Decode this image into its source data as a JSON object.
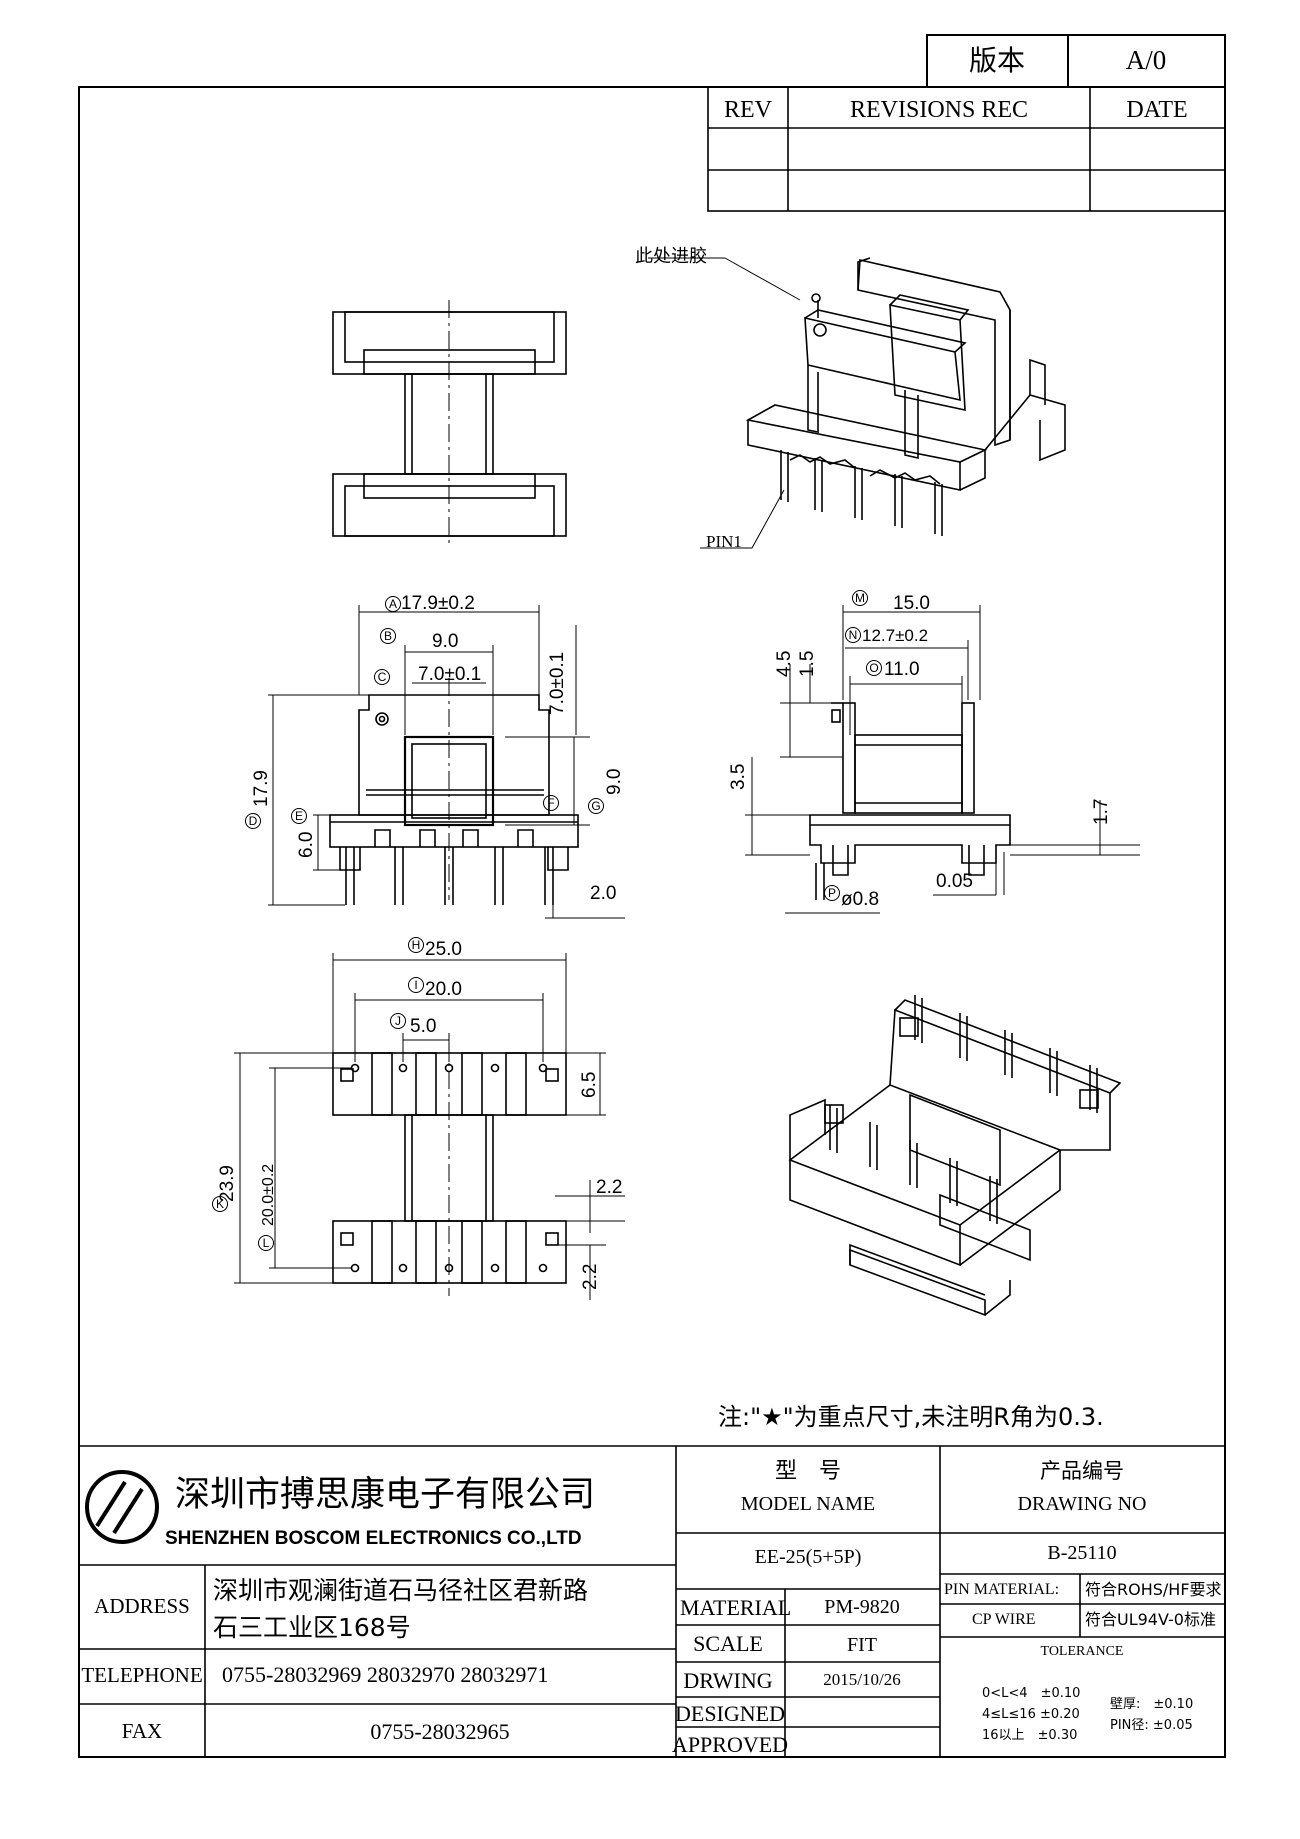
{
  "version_box": {
    "label": "版本",
    "value": "A/0"
  },
  "revision_table": {
    "rev": "REV",
    "records": "REVISIONS REC",
    "date": "DATE"
  },
  "callouts": {
    "glue": "此处进胶",
    "pin1": "PIN1"
  },
  "dimensions": {
    "A": "17.9±0.2",
    "B": "9.0",
    "C": "7.0±0.1",
    "C_side": "7.0±0.1",
    "D": "17.9",
    "E": "6.0",
    "F": "2.0",
    "G": "9.0",
    "M": "15.0",
    "N": "12.7±0.2",
    "O": "11.0",
    "h45": "4.5",
    "h15": "1.5",
    "h35": "3.5",
    "h17": "1.7",
    "gap": "0.05",
    "P": "ø0.8",
    "H": "25.0",
    "I": "20.0",
    "J": "5.0",
    "K": "23.9",
    "L": "20.0±0.2",
    "b65": "6.5",
    "b22a": "2.2",
    "b22b": "2.2"
  },
  "dimension_letters": {
    "A": "A",
    "B": "B",
    "C": "C",
    "D": "D",
    "E": "E",
    "F": "F",
    "G": "G",
    "H": "H",
    "I": "I",
    "J": "J",
    "K": "K",
    "L": "L",
    "M": "M",
    "N": "N",
    "O": "O",
    "P": "P"
  },
  "note": "注:\"★\"为重点尺寸,未注明R角为0.3.",
  "title_block": {
    "company_cn": "深圳市搏思康电子有限公司",
    "company_en": "SHENZHEN BOSCOM ELECTRONICS CO.,LTD",
    "model_label_cn": "型　号",
    "model_label_en": "MODEL NAME",
    "model_value": "EE-25(5+5P)",
    "drawing_label_cn": "产品编号",
    "drawing_label_en": "DRAWING NO",
    "drawing_value": "B-25110",
    "address_label": "ADDRESS",
    "address_line1": "深圳市观澜街道石马径社区君新路",
    "address_line2": "石三工业区168号",
    "telephone_label": "TELEPHONE",
    "telephone_value": "0755-28032969 28032970 28032971",
    "fax_label": "FAX",
    "fax_value": "0755-28032965",
    "material_label": "MATERIAL",
    "material_value": "PM-9820",
    "scale_label": "SCALE",
    "scale_value": "FIT",
    "drawing_date_label": "DRWING",
    "drawing_date_value": "2015/10/26",
    "designed_label": "DESIGNED",
    "approved_label": "APPROVED",
    "pin_material_label": "PIN MATERIAL:",
    "pin_material_value": "符合ROHS/HF要求",
    "cp_wire_label": "CP WIRE",
    "cp_wire_value": "符合UL94V-0标准",
    "tolerance_label": "TOLERANCE",
    "tol_1": "0<L<4　±0.10",
    "tol_2": "4≤L≤16 ±0.20",
    "tol_3": "16以上　±0.30",
    "tol_wall": "壁厚:　±0.10",
    "tol_pin": "PIN径: ±0.05"
  }
}
